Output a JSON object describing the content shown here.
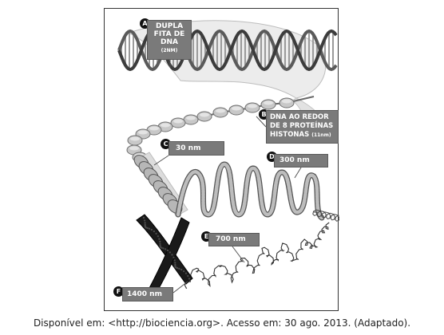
{
  "labels": {
    "a": {
      "letter": "A",
      "text": "DUPLA FITA DE DNA",
      "sub": "(2NM)"
    },
    "b": {
      "letter": "B",
      "text": "DNA AO REDOR DE 8 PROTEÍNAS HISTONAS",
      "sub": "(11nm)"
    },
    "c": {
      "letter": "C",
      "text": "30 nm"
    },
    "d": {
      "letter": "D",
      "text": "300 nm"
    },
    "e": {
      "letter": "E",
      "text": "700 nm"
    },
    "f": {
      "letter": "F",
      "text": "1400 nm"
    }
  },
  "caption": "Disponível em: <http://biociencia.org>. Acesso em: 30 ago. 2013. (Adaptado)."
}
